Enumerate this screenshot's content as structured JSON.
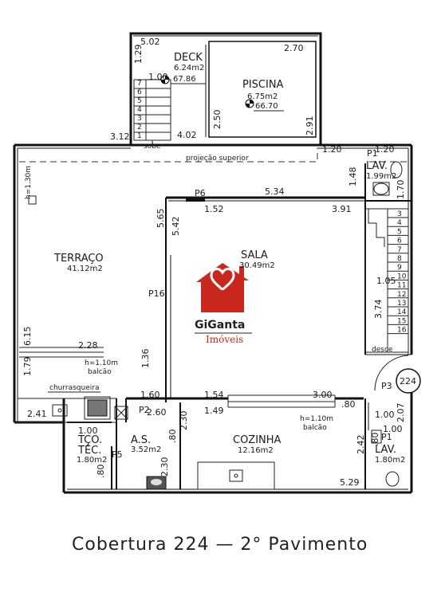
{
  "colors": {
    "brand_red": "#c8281e",
    "line": "#111111"
  },
  "caption": "Cobertura 224 — 2° Pavimento",
  "logo": {
    "name": "GiGanta",
    "sub": "Imóveis",
    "icon": "house-heart-icon"
  },
  "rooms": {
    "deck": {
      "name": "DECK",
      "area": "6.24m2",
      "level": "67.86"
    },
    "piscina": {
      "name": "PISCINA",
      "area": "6.75m2",
      "level": "66.70"
    },
    "lav_top": {
      "name": "LAV.",
      "area": "1.99m2"
    },
    "terraco": {
      "name": "TERRAÇO",
      "area": "41.12m2"
    },
    "sala": {
      "name": "SALA",
      "area": "30.49m2"
    },
    "cozinha": {
      "name": "COZINHA",
      "area": "12.16m2"
    },
    "as": {
      "name": "A.S.",
      "area": "3.52m2"
    },
    "tco": {
      "name1": "TÇO.",
      "name2": "TÉC.",
      "area": "1.80m2"
    },
    "lav_bottom": {
      "name": "LAV.",
      "area": "1.80m2"
    }
  },
  "labels": {
    "sobe": "sobe",
    "desce": "desce",
    "projecao": "projeção superior",
    "churrasqueira": "churrasqueira",
    "balcao1": "balcão",
    "balcao2": "balcão",
    "h130": "h=1.30m",
    "h110a": "h=1.10m",
    "h110b": "h=1.10m",
    "unit": "224",
    "p1": "P1",
    "p1b": "P1",
    "p2": "P2",
    "p3": "P3",
    "p5": "P5",
    "p6": "P6",
    "p16": "P16"
  },
  "dims": {
    "d502": "5.02",
    "d129": "1.29",
    "d100a": "1.00",
    "d270": "2.70",
    "d250": "2.50",
    "d291": "2.91",
    "d312": "3.12",
    "d402": "4.02",
    "d120a": "1.20",
    "d120b": "1.20",
    "d148": "1.48",
    "d170": "1.70",
    "d534": "5.34",
    "d152": "1.52",
    "d391": "3.91",
    "d565": "5.65",
    "d542": "5.42",
    "d105": "1.05",
    "d374": "3.74",
    "d615": "6.15",
    "d228": "2.28",
    "d179": "1.79",
    "d136": "1.36",
    "d160a": "1.60",
    "d154": "1.54",
    "d300": "3.00",
    "d241": "2.41",
    "d260": "2.60",
    "d149": "1.49",
    "d080a": ".80",
    "d230a": "2.30",
    "d080b": ".80",
    "d100b": "1.00",
    "d207": "2.07",
    "d100c": "1.00",
    "d100d": "1.00",
    "d242": "2.42",
    "d080c": ".80",
    "d080d": ".80",
    "d230b": "2.30",
    "d529": "5.29"
  },
  "stairs_top": [
    "1",
    "2",
    "3",
    "4",
    "5",
    "6",
    "7"
  ],
  "stairs_right": [
    "3",
    "4",
    "5",
    "6",
    "7",
    "8",
    "9",
    "10",
    "11",
    "12",
    "13",
    "14",
    "15",
    "16"
  ]
}
